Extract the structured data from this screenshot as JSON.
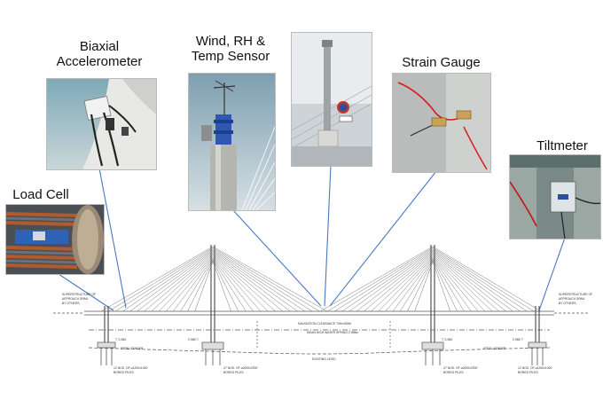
{
  "sensors": {
    "biaxial_accelerometer": {
      "label_line1": "Biaxial",
      "label_line2": "Accelerometer"
    },
    "wind_rh_temp": {
      "label_line1": "Wind, RH &",
      "label_line2": "Temp Sensor"
    },
    "strain_gauge": {
      "label": "Strain Gauge"
    },
    "tiltmeter": {
      "label": "Tiltmeter"
    },
    "load_cell": {
      "label": "Load Cell"
    }
  },
  "drawing": {
    "left_superstructure_note": [
      "SUPERSTRUCTURE OF",
      "APPROACH SPAN",
      "BY OTHERS"
    ],
    "right_superstructure_note": [
      "SUPERSTRUCTURE OF",
      "APPROACH SPAN",
      "BY OTHERS"
    ],
    "navigation_clearance": "NAVIGATION CLEARANCE 70Hx450W",
    "mean_high_water": "MEAN HIGH WATER SPRING 2.985m",
    "existing_level": "EXISTING LEVEL",
    "steel_fender_left": "STEEL FENDER",
    "steel_fender_right": "STEEL FENDER",
    "piles_left_outer": [
      "12 NOS. OF ⌀1200x1000",
      "BORED PILES"
    ],
    "piles_left_tower": [
      "27 NOS. OF ⌀2000x2000",
      "BORED PILES"
    ],
    "piles_right_tower": [
      "27 NOS. OF ⌀2000x2000",
      "BORED PILES"
    ],
    "piles_right_outer": [
      "12 NOS. OF ⌀1200x1000",
      "BORED PILES"
    ],
    "level_1": "▽ 2.985",
    "level_2": "2.985 ▽",
    "level_3": "▽ 2.985",
    "level_4": "2.985 ▽"
  },
  "colors": {
    "leader_line": "#4a78c2",
    "drawing_line": "#555555"
  }
}
